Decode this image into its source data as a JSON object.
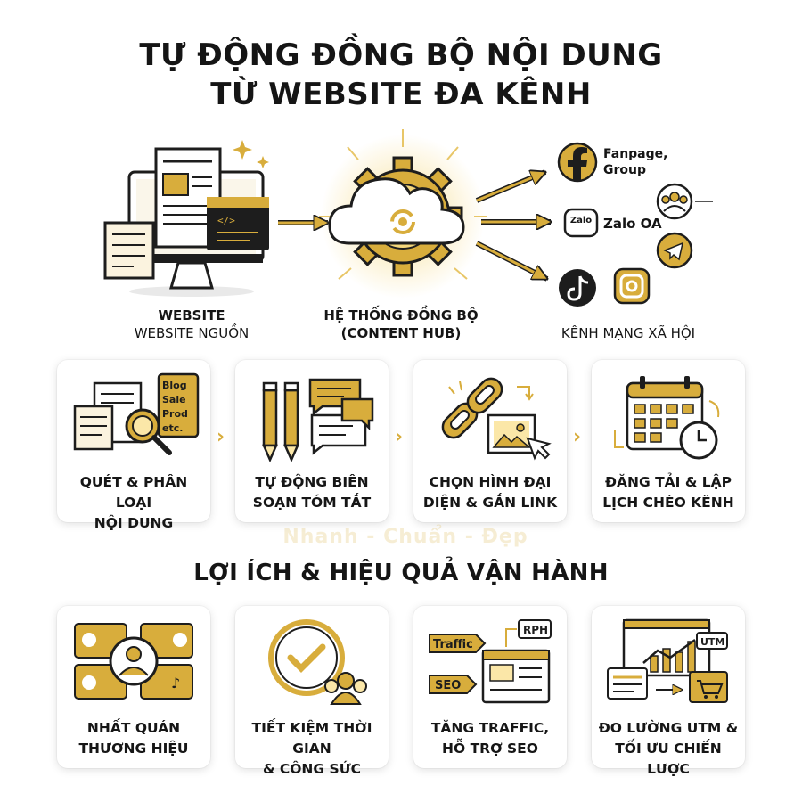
{
  "header": {
    "title_line1": "TỰ ĐỘNG ĐỒNG BỘ NỘI DUNG",
    "title_line2": "TỪ WEBSITE ĐA KÊNH"
  },
  "flow": {
    "source": {
      "title": "WEBSITE",
      "subtitle": "WEBSITE NGUỒN",
      "icon": "website-icon"
    },
    "hub": {
      "title": "HỆ THỐNG ĐỒNG BỘ",
      "subtitle": "(CONTENT HUB)",
      "icon": "cloud-gear-icon"
    },
    "channels": {
      "label": "KÊNH MẠNG XÃ HỘI",
      "facebook": "Fanpage,\nGroup",
      "facebook_line1": "Fanpage,",
      "facebook_line2": "Group",
      "zalo": "Zalo OA",
      "zalo_logo": "Zalo"
    },
    "doc_tags": [
      "Blog",
      "Sale",
      "Prod",
      "etc."
    ]
  },
  "steps": [
    {
      "line1": "QUÉT & PHÂN LOẠI",
      "line2": "NỘI DUNG",
      "icon": "scan-document-icon"
    },
    {
      "line1": "TỰ ĐỘNG BIÊN",
      "line2": "SOẠN TÓM TẮT",
      "icon": "pencil-chat-icon"
    },
    {
      "line1": "CHỌN HÌNH ĐẠI",
      "line2": "DIỆN & GẮN LINK",
      "icon": "link-image-icon"
    },
    {
      "line1": "ĐĂNG TẢI & LẬP",
      "line2": "LỊCH CHÉO KÊNH",
      "icon": "calendar-clock-icon"
    }
  ],
  "benefits_title": "LỢI ÍCH & HIỆU QUẢ VẬN HÀNH",
  "benefits": [
    {
      "line1": "NHẤT QUÁN",
      "line2": "THƯƠNG HIỆU",
      "icon": "brand-consistency-icon"
    },
    {
      "line1": "TIẾT KIỆM THỜI GIAN",
      "line2": "& CÔNG SỨC",
      "icon": "clock-check-icon"
    },
    {
      "line1": "TĂNG TRAFFIC,",
      "line2": "HỖ TRỢ SEO",
      "icon": "traffic-seo-icon"
    },
    {
      "line1": "ĐO LƯỜNG UTM &",
      "line2": "TỐI ƯU CHIẾN LƯỢC",
      "icon": "utm-analytics-icon"
    }
  ],
  "benefit_tags": {
    "traffic": "Traffic",
    "seo": "SEO",
    "rph": "RPH",
    "utm": "UTM"
  },
  "watermark": "Nhanh - Chuẩn - Đẹp",
  "colors": {
    "accent": "#d8ad3c",
    "text": "#151515",
    "card_bg": "#ffffff"
  }
}
